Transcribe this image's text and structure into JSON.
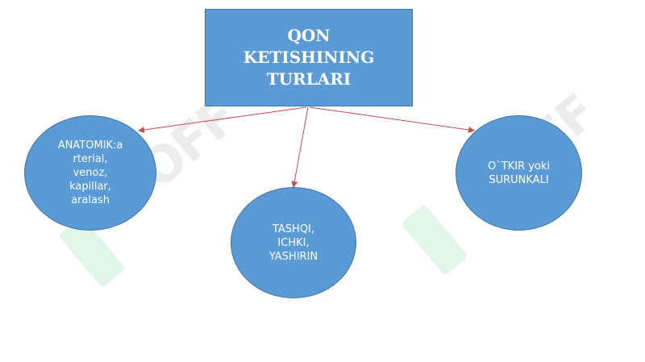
{
  "title": {
    "line1": "QON",
    "line2": "KETISHINING",
    "line3": "TURLARI"
  },
  "nodes": {
    "anatomical": {
      "line1": "ANATOMIK:a",
      "line2": "rterial,",
      "line3": "venoz,",
      "line4": "kapillar,",
      "line5": "aralash"
    },
    "visibility": {
      "line1": "TASHQI,",
      "line2": "ICHKI,",
      "line3": "YASHIRIN"
    },
    "course": {
      "line1": "O`TKIR yoki",
      "line2": "SURUNKALI"
    }
  },
  "watermark": {
    "text": "SOFF"
  },
  "colors": {
    "fill": "#5b9bd5",
    "border": "#41719c",
    "text": "#ffffff",
    "arrow": "#c0504d"
  }
}
